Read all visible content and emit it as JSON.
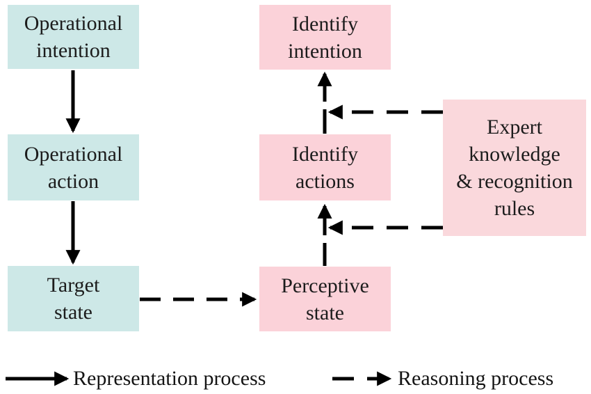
{
  "figure": {
    "nodes": {
      "operational_intention": "Operational\nintention",
      "operational_action": "Operational\naction",
      "target_state": "Target\nstate",
      "identify_intention": "Identify\nintention",
      "identify_actions": "Identify\nactions",
      "perceptive_state": "Perceptive\nstate",
      "expert_knowledge": "Expert\nknowledge\n& recognition\nrules"
    },
    "legend": {
      "representation_label": "Representation process",
      "reasoning_label": "Reasoning process"
    },
    "edges": [
      {
        "from": "operational_intention",
        "to": "operational_action",
        "style": "solid",
        "type": "representation"
      },
      {
        "from": "operational_action",
        "to": "target_state",
        "style": "solid",
        "type": "representation"
      },
      {
        "from": "target_state",
        "to": "perceptive_state",
        "style": "dashed",
        "type": "reasoning"
      },
      {
        "from": "perceptive_state",
        "to": "identify_actions",
        "style": "solid",
        "type": "representation"
      },
      {
        "from": "identify_actions",
        "to": "identify_intention",
        "style": "solid",
        "type": "representation"
      },
      {
        "from": "expert_knowledge",
        "to": "arrow identify_actions->identify_intention",
        "style": "dashed",
        "type": "reasoning"
      },
      {
        "from": "expert_knowledge",
        "to": "arrow perceptive_state->identify_actions",
        "style": "dashed",
        "type": "reasoning"
      }
    ],
    "colors": {
      "representation_box": "#cde8e7",
      "reasoning_box": "#fbd2d9",
      "expert_box": "#fad8dc",
      "arrow": "#000000",
      "text": "#1c1c1c",
      "background": "#ffffff"
    }
  }
}
